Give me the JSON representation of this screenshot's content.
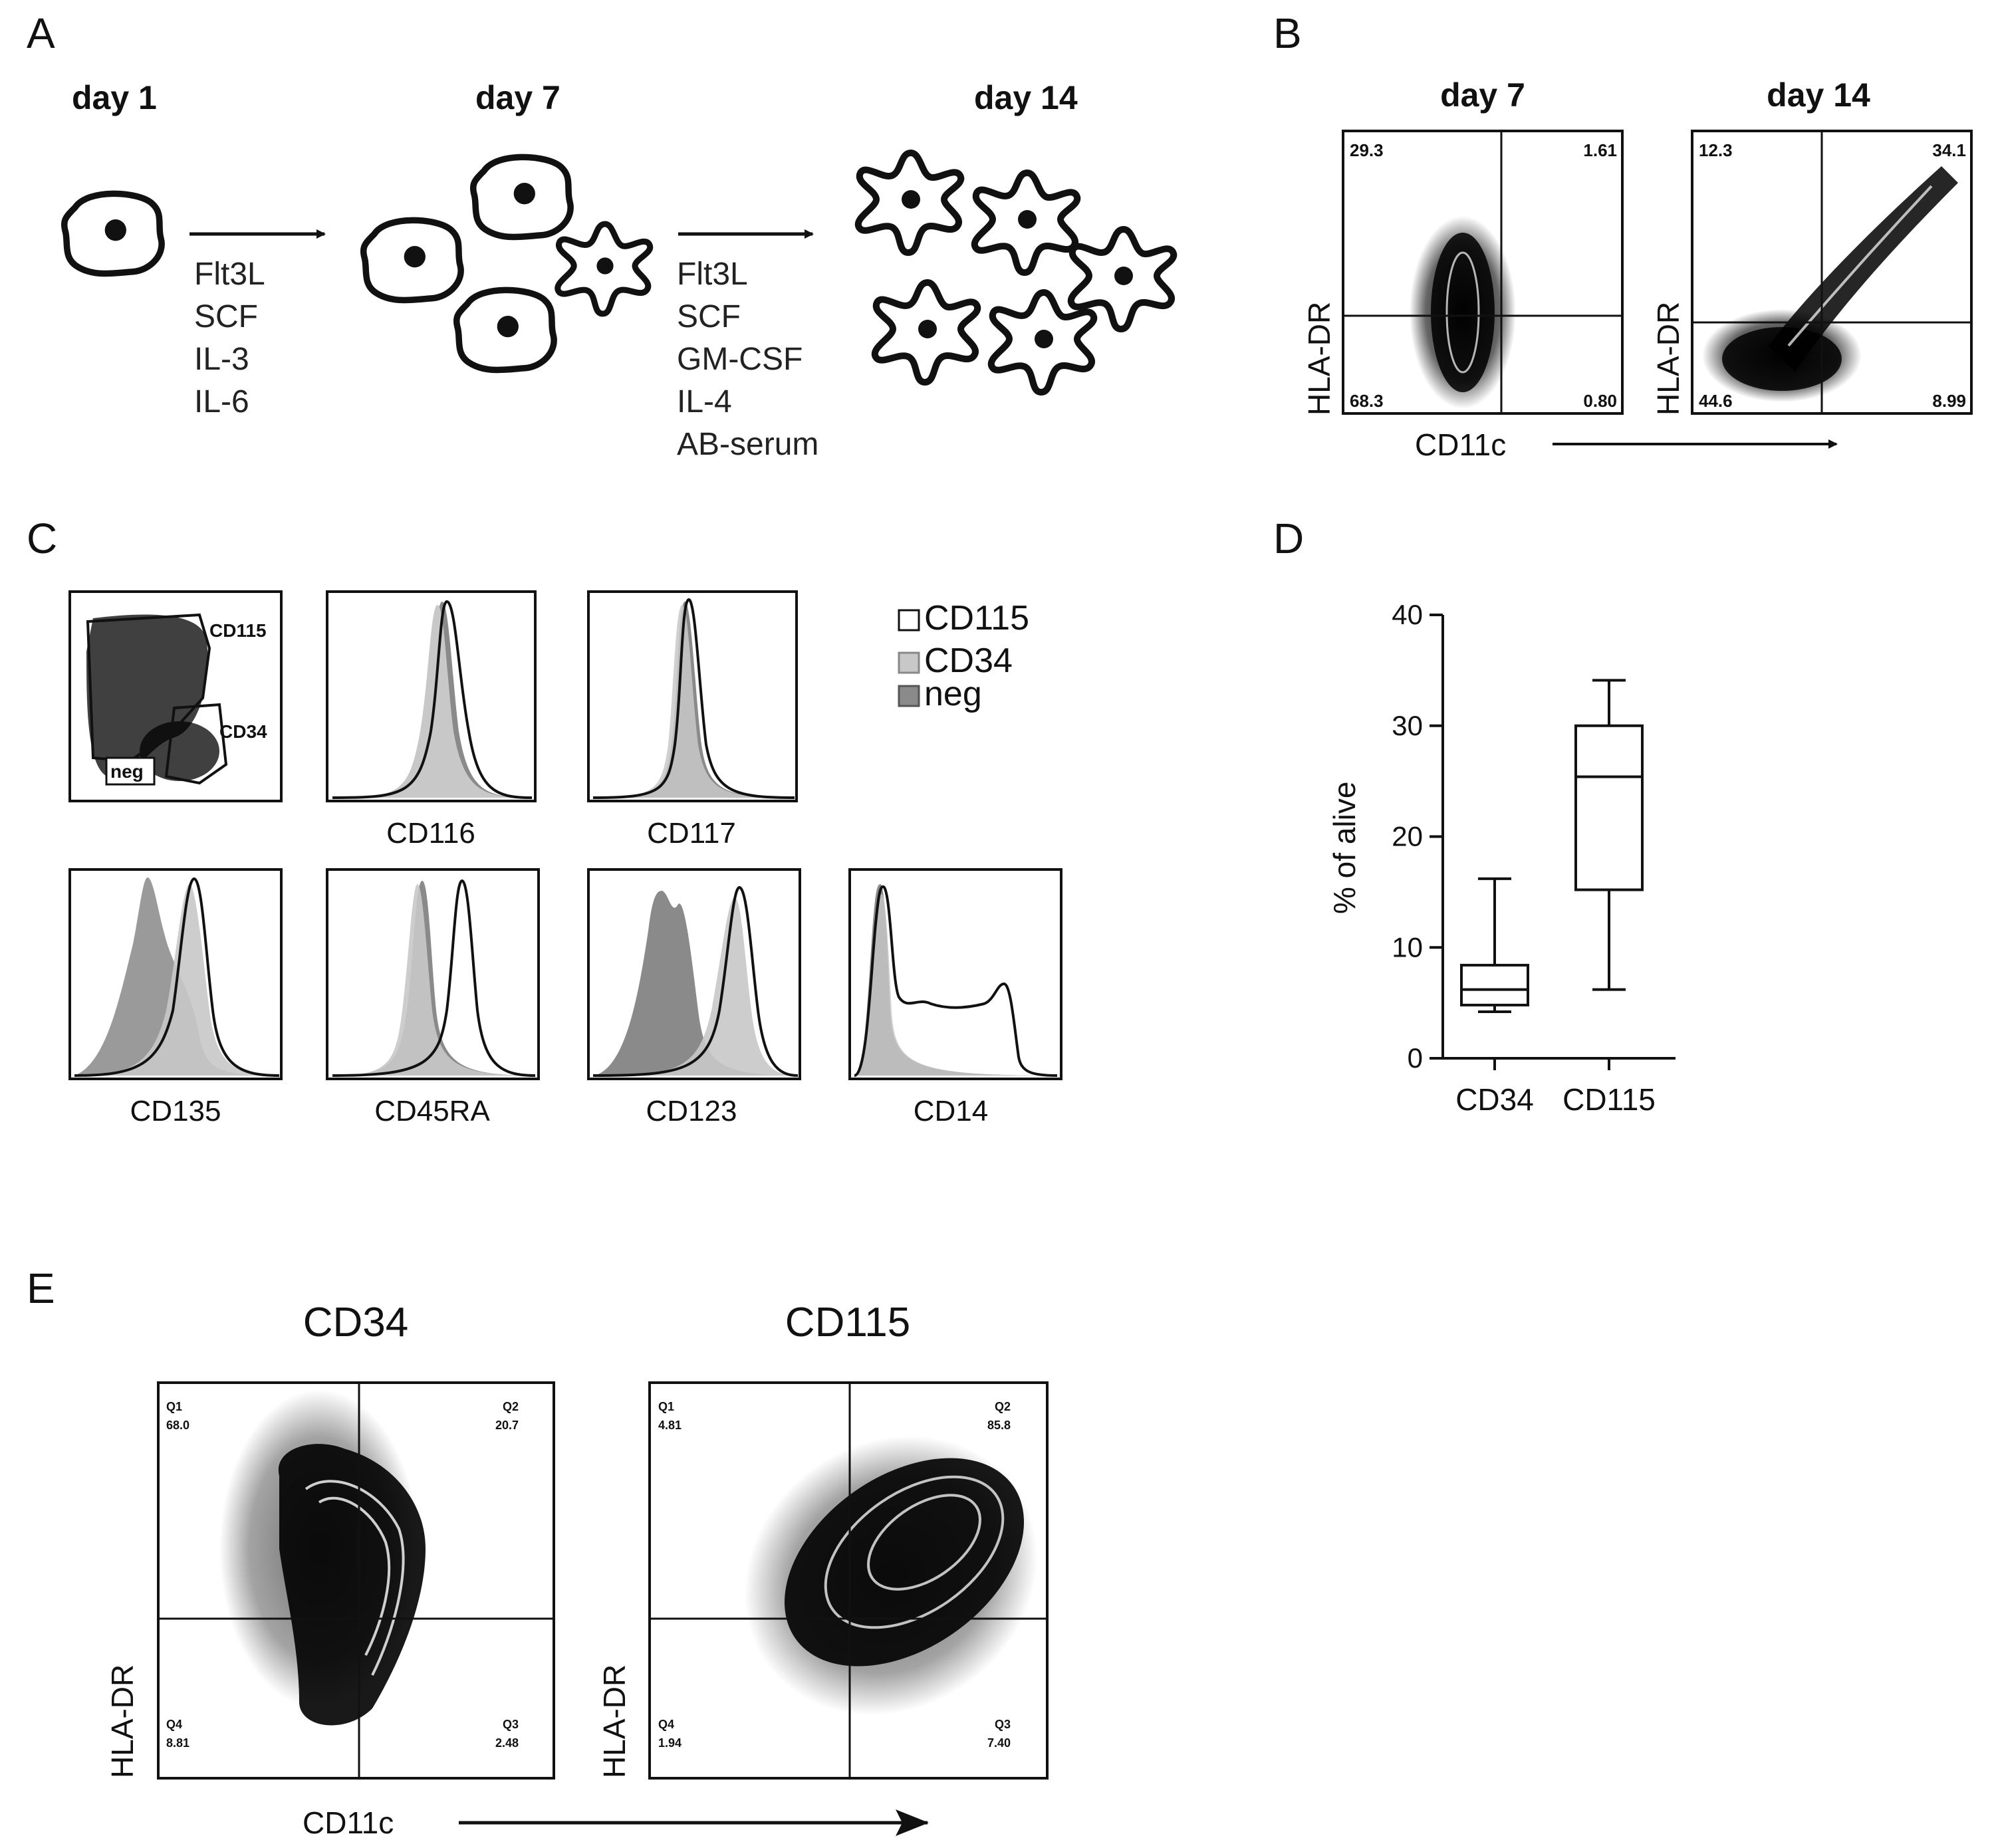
{
  "panels": {
    "A": {
      "letter": "A",
      "days": [
        "day 1",
        "day 7",
        "day 14"
      ],
      "factors_step1": [
        "Flt3L",
        "SCF",
        "IL-3",
        "IL-6"
      ],
      "factors_step2": [
        "Flt3L",
        "SCF",
        "GM-CSF",
        "IL-4",
        "AB-serum"
      ]
    },
    "B": {
      "letter": "B",
      "plots": [
        {
          "title": "day 7",
          "q_ul": "29.3",
          "q_ur": "1.61",
          "q_ll": "68.3",
          "q_lr": "0.80",
          "ylabel": "HLA-DR"
        },
        {
          "title": "day 14",
          "q_ul": "12.3",
          "q_ur": "34.1",
          "q_ll": "44.6",
          "q_lr": "8.99",
          "ylabel": "HLA-DR"
        }
      ],
      "xlabel": "CD11c"
    },
    "C": {
      "letter": "C",
      "gates": [
        "CD115",
        "CD34",
        "neg"
      ],
      "histograms": [
        "CD116",
        "CD117",
        "CD135",
        "CD45RA",
        "CD123",
        "CD14"
      ],
      "legend": [
        {
          "label": "CD115",
          "color": "#ffffff"
        },
        {
          "label": "CD34",
          "color": "#c8c8c8"
        },
        {
          "label": "neg",
          "color": "#8a8a8a"
        }
      ]
    },
    "E": {
      "letter": "E",
      "plots": [
        {
          "title": "CD34",
          "q1": "Q1",
          "q1v": "68.0",
          "q2": "Q2",
          "q2v": "20.7",
          "q4": "Q4",
          "q4v": "8.81",
          "q3": "Q3",
          "q3v": "2.48",
          "ylabel": "HLA-DR"
        },
        {
          "title": "CD115",
          "q1": "Q1",
          "q1v": "4.81",
          "q2": "Q2",
          "q2v": "85.8",
          "q4": "Q4",
          "q4v": "1.94",
          "q3": "Q3",
          "q3v": "7.40",
          "ylabel": "HLA-DR"
        }
      ],
      "xlabel": "CD11c"
    }
  },
  "chart_data": {
    "type": "box",
    "panel": "D",
    "letter": "D",
    "categories": [
      "CD34",
      "CD115"
    ],
    "ylabel": "% of alive",
    "ylim": [
      0,
      40
    ],
    "yticks": [
      0,
      10,
      20,
      30,
      40
    ],
    "boxes": [
      {
        "name": "CD34",
        "min": 4.2,
        "q1": 4.8,
        "median": 6.2,
        "q3": 8.4,
        "max": 16.2
      },
      {
        "name": "CD115",
        "min": 6.2,
        "q1": 15.2,
        "median": 25.4,
        "q3": 30.0,
        "max": 34.1
      }
    ]
  }
}
